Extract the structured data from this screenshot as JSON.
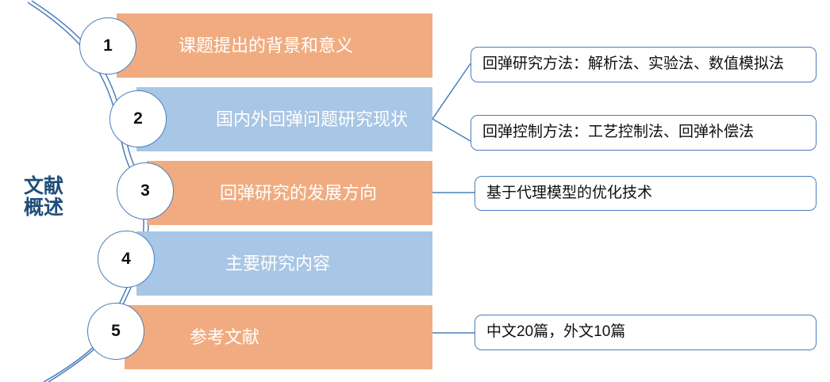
{
  "diagram": {
    "side_title": "文献\n概述",
    "side_title_color": "#1F4E79",
    "accent_orange": "#F0AC80",
    "accent_blue": "#A8C6E5",
    "line_color": "#4A7EBB",
    "steps": [
      {
        "number": "1",
        "label": "课题提出的背景和意义",
        "color": "orange"
      },
      {
        "number": "2",
        "label": "国内外回弹问题研究现状",
        "color": "blue"
      },
      {
        "number": "3",
        "label": "回弹研究的发展方向",
        "color": "orange"
      },
      {
        "number": "4",
        "label": "主要研究内容",
        "color": "blue"
      },
      {
        "number": "5",
        "label": "参考文献",
        "color": "orange"
      }
    ],
    "callouts": [
      {
        "text": "回弹研究方法：解析法、实验法、数值模拟法",
        "from_step": "2"
      },
      {
        "text": "回弹控制方法：工艺控制法、回弹补偿法",
        "from_step": "2"
      },
      {
        "text": "基于代理模型的优化技术",
        "from_step": "3"
      },
      {
        "text": "中文20篇，外文10篇",
        "from_step": "5"
      }
    ]
  }
}
